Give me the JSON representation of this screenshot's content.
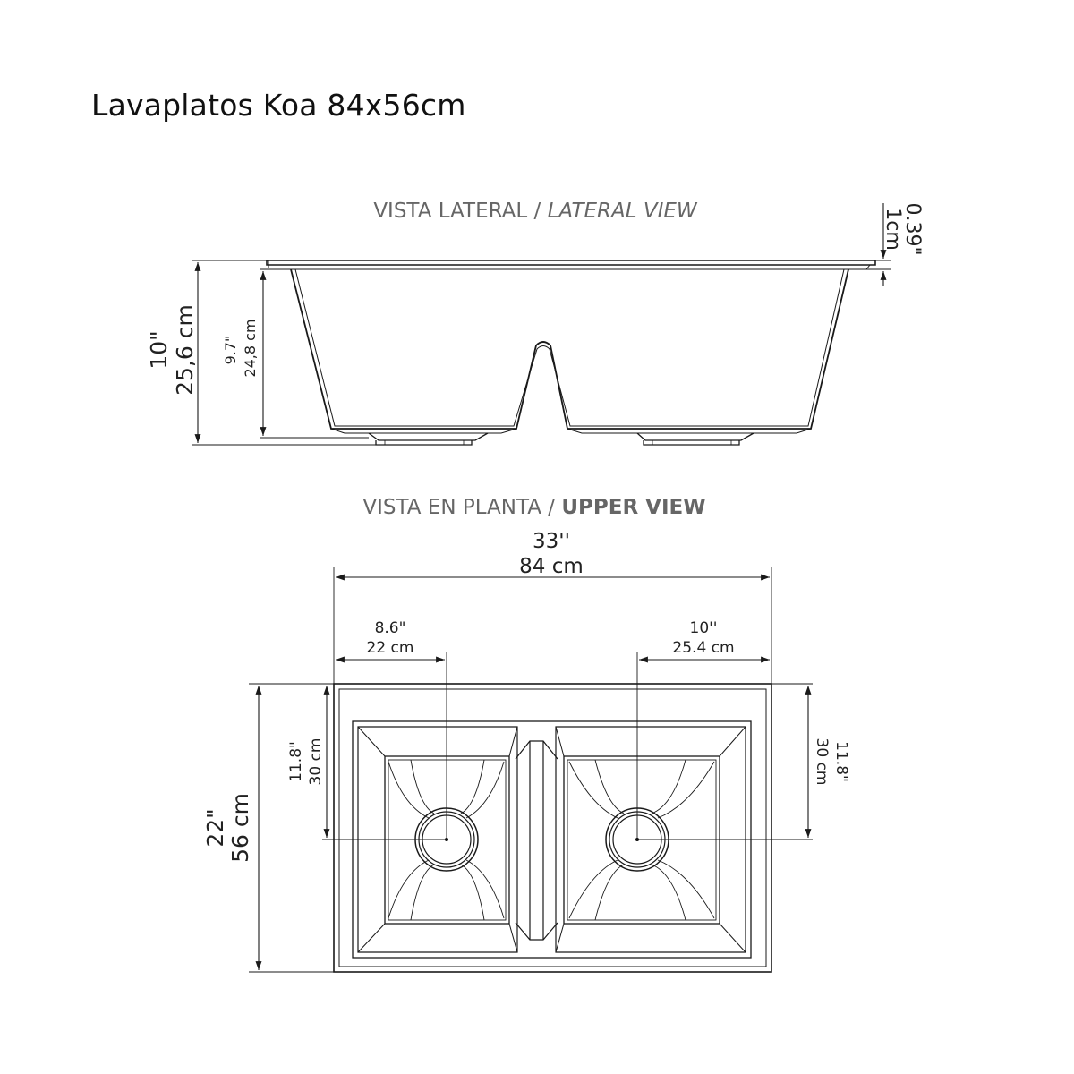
{
  "title": "Lavaplatos Koa 84x56cm",
  "lateral_view": {
    "label_es": "VISTA LATERAL / ",
    "label_en": "LATERAL VIEW",
    "rim_in": "0.39\"",
    "rim_cm": "1cm",
    "total_height_in": "10\"",
    "total_height_cm": "25,6 cm",
    "bowl_depth_in": "9.7\"",
    "bowl_depth_cm": "24,8 cm"
  },
  "upper_view": {
    "label_es": "VISTA EN PLANTA / ",
    "label_en": "UPPER VIEW",
    "width_in": "33''",
    "width_cm": "84 cm",
    "left_drain_in": "8.6\"",
    "left_drain_cm": "22 cm",
    "right_drain_in": "10''",
    "right_drain_cm": "25.4 cm",
    "depth_in": "22\"",
    "depth_cm": "56 cm",
    "left_drain_y_in": "11.8\"",
    "left_drain_y_cm": "30 cm",
    "right_drain_y_in": "11.8\"",
    "right_drain_y_cm": "30 cm"
  }
}
